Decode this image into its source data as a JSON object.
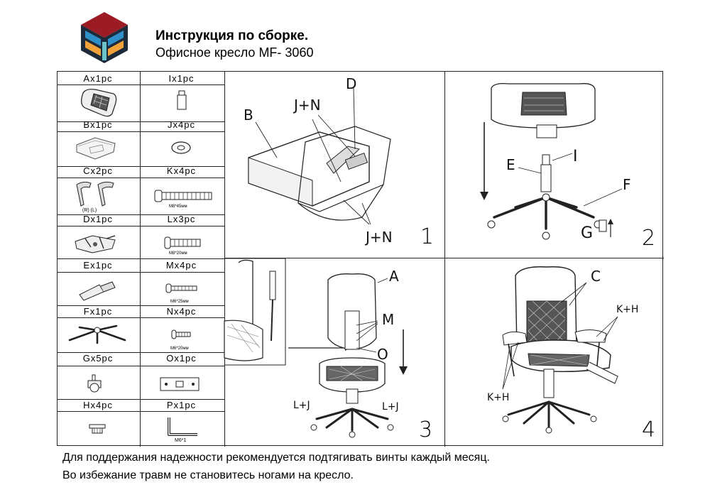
{
  "header": {
    "title": "Инструкция по сборке.",
    "subtitle": "Офисное кресло MF- 3060"
  },
  "parts": [
    {
      "label": "Ax1pc",
      "note": ""
    },
    {
      "label": "Ix1pc",
      "note": ""
    },
    {
      "label": "Bx1pc",
      "note": ""
    },
    {
      "label": "Jx4pc",
      "note": ""
    },
    {
      "label": "Cx2pc",
      "note": "(R)   (L)"
    },
    {
      "label": "Kx4pc",
      "note": "M8*45мм"
    },
    {
      "label": "Dx1pc",
      "note": ""
    },
    {
      "label": "Lx3pc",
      "note": "M8*20мм"
    },
    {
      "label": "Ex1pc",
      "note": ""
    },
    {
      "label": "Mx4pc",
      "note": "M6*25мм"
    },
    {
      "label": "Fx1pc",
      "note": ""
    },
    {
      "label": "Nx4pc",
      "note": "M6*20мм"
    },
    {
      "label": "Gx5pc",
      "note": ""
    },
    {
      "label": "Ox1pc",
      "note": ""
    },
    {
      "label": "Hx4pc",
      "note": ""
    },
    {
      "label": "Px1pc",
      "note": "M6*1"
    }
  ],
  "steps": {
    "s1": {
      "number": "1",
      "labels": {
        "b": "B",
        "jn_top": "J+N",
        "d": "D",
        "jn_bottom": "J+N"
      }
    },
    "s2": {
      "number": "2",
      "labels": {
        "e": "E",
        "i": "I",
        "f": "F",
        "g": "G"
      }
    },
    "s3": {
      "number": "3",
      "labels": {
        "a": "A",
        "m": "M",
        "o": "O",
        "lj_left": "L+J",
        "lj_right": "L+J"
      }
    },
    "s4": {
      "number": "4",
      "labels": {
        "c": "C",
        "kh_right": "K+H",
        "kh_left": "K+H"
      }
    }
  },
  "footer": {
    "line1": "Для поддержания надежности рекомендуется подтягивать винты каждый месяц.",
    "line2": "Во избежание травм не становитесь ногами на кресло."
  },
  "colors": {
    "logo_red": "#9b1c25",
    "logo_blue": "#2f8fc8",
    "logo_orange": "#f0a13a",
    "logo_teal": "#6bc3c9",
    "logo_dark": "#1c2a3a",
    "line": "#222222"
  }
}
